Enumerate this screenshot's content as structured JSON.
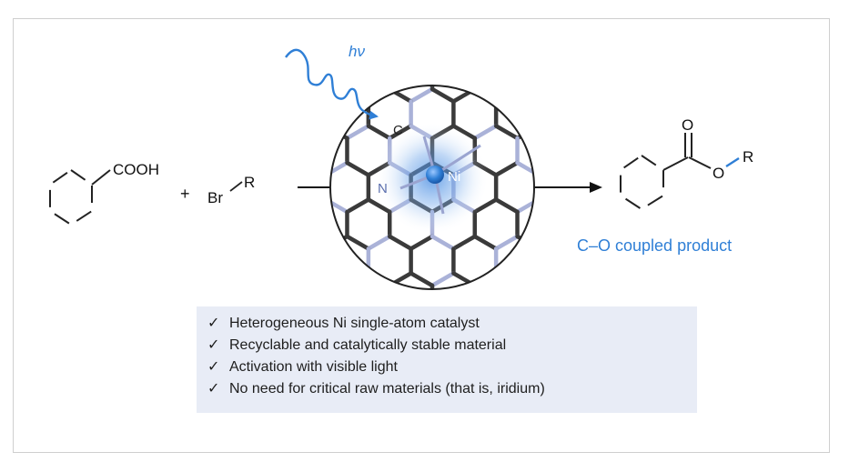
{
  "reactant_1": {
    "substituent": "COOH"
  },
  "plus_sign": "+",
  "reactant_2": {
    "halogen": "Br",
    "group": "R"
  },
  "light": {
    "label": "hν"
  },
  "catalyst": {
    "metal": "Ni",
    "nitrogen": "N",
    "carbon": "C"
  },
  "product": {
    "carbonyl_oxygen": "O",
    "ester_oxygen": "O",
    "group": "R",
    "caption": "C–O coupled product"
  },
  "features": {
    "check_glyph": "✓",
    "items": [
      "Heterogeneous Ni single-atom catalyst",
      "Recyclable and catalytically stable material",
      "Activation with  visible light",
      "No need for critical raw materials (that is, iridium)"
    ]
  },
  "colors": {
    "accent_blue": "#2f7fd6",
    "lattice_n": "#aab2d8",
    "lattice_c": "#3a3a3a",
    "feature_bg": "#e8ecf6"
  }
}
